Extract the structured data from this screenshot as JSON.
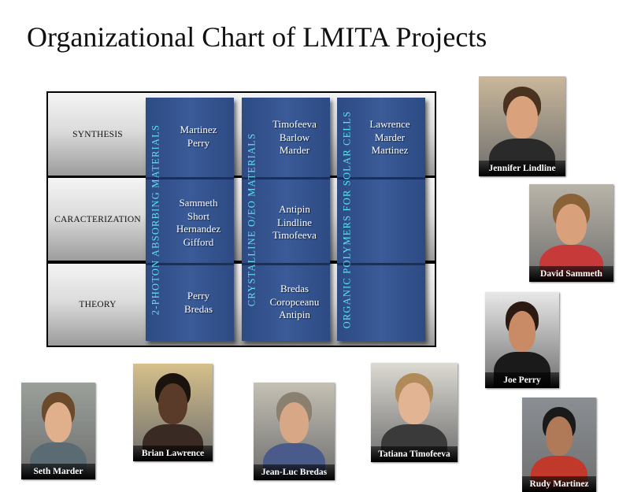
{
  "title": "Organizational Chart of LMITA Projects",
  "rows": [
    "SYNTHESIS",
    "CARACTERIZATION",
    "THEORY"
  ],
  "columns": [
    {
      "title": "2-PHOTON  ABSORBING  MATERIALS",
      "cells": [
        [
          "Martinez",
          "Perry"
        ],
        [
          "Sammeth",
          "Short",
          "Hernandez",
          "Gifford"
        ],
        [
          "Perry",
          "Bredas"
        ]
      ]
    },
    {
      "title": "CRYSTALLINE  O/EO  MATERIALS",
      "cells": [
        [
          "Timofeeva",
          "Barlow",
          "Marder"
        ],
        [
          "Antipin",
          "Lindline",
          "Timofeeva"
        ],
        [
          "Bredas",
          "Coropceanu",
          "Antipin"
        ]
      ]
    },
    {
      "title": "ORGANIC  POLYMERS  FOR  SOLAR  CELLS",
      "cells": [
        [
          "Lawrence",
          "Marder",
          "Martinez"
        ],
        [],
        []
      ]
    }
  ],
  "people": [
    {
      "name": "Jennifer Lindline",
      "bg": "#c9b79a",
      "skin": "#d9a27c",
      "hair": "#4a3220",
      "shirt": "#2a2a2a"
    },
    {
      "name": "David Sammeth",
      "bg": "#b9b4a8",
      "skin": "#d9a07c",
      "hair": "#8a6238",
      "shirt": "#c63a3a"
    },
    {
      "name": "Joe Perry",
      "bg": "#e8e8e8",
      "skin": "#c98a66",
      "hair": "#2a1a12",
      "shirt": "#1a1a1a"
    },
    {
      "name": "Rudy Martinez",
      "bg": "#8a8f94",
      "skin": "#b07a58",
      "hair": "#1a1a1a",
      "shirt": "#c0392b"
    },
    {
      "name": "Seth Marder",
      "bg": "#9aa09a",
      "skin": "#e0b08c",
      "hair": "#6a4a2a",
      "shirt": "#5b6b74"
    },
    {
      "name": "Brian Lawrence",
      "bg": "#d6c08a",
      "skin": "#5a3a28",
      "hair": "#1a120c",
      "shirt": "#3a2a24"
    },
    {
      "name": "Jean-Luc Bredas",
      "bg": "#c4c0b4",
      "skin": "#d8a886",
      "hair": "#8a8070",
      "shirt": "#4a5a8a"
    },
    {
      "name": "Tatiana Timofeeva",
      "bg": "#dcdad2",
      "skin": "#e2b494",
      "hair": "#b08a58",
      "shirt": "#3a3a3a"
    }
  ]
}
